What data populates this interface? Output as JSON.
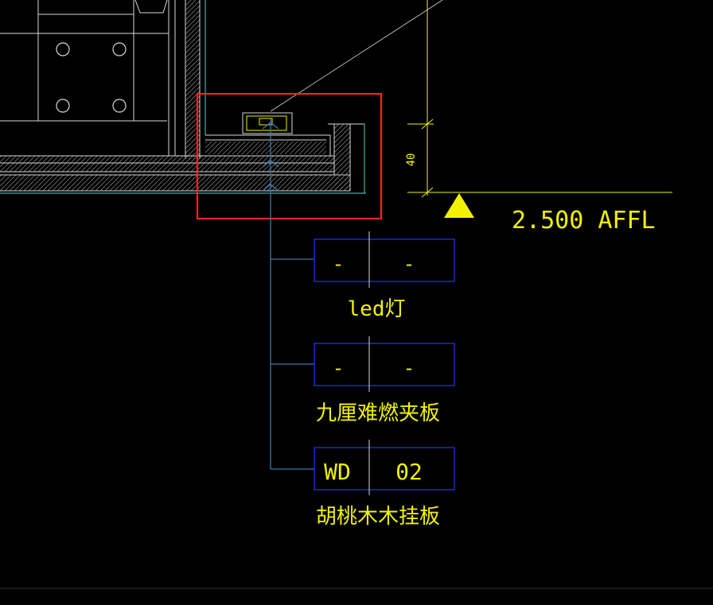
{
  "colors": {
    "background": "#000000",
    "linework": "#d9d9d9",
    "accent_cyan": "#4fd0d0",
    "leader_blue": "#3a78b0",
    "tag_box": "#2233ff",
    "text_yellow": "#f2f200",
    "highlight_red": "#ff2020"
  },
  "dimension": {
    "value": "40"
  },
  "elevation": {
    "label": "2.500 AFFL"
  },
  "tags": [
    {
      "code": "-",
      "number": "-",
      "description": "led灯"
    },
    {
      "code": "-",
      "number": "-",
      "description": "九厘难燃夹板"
    },
    {
      "code": "WD",
      "number": "02",
      "description": "胡桃木木挂板"
    }
  ]
}
